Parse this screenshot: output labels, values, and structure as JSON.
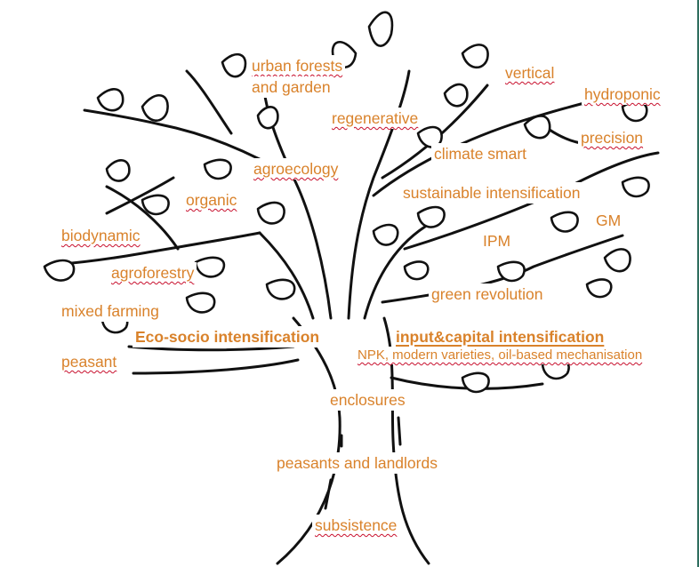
{
  "accent_color": "#d9822b",
  "spellcheck_color": "#c8102e",
  "labels": {
    "urban_forests": "urban forests",
    "and_garden": "and garden",
    "vertical": "vertical",
    "hydroponic": "hydroponic",
    "regenerative": "regenerative",
    "precision": "precision",
    "climate_smart": "climate smart",
    "agroecology": "agroecology",
    "organic": "organic",
    "sustainable_intensification": "sustainable intensification",
    "gm": "GM",
    "biodynamic": "biodynamic",
    "ipm": "IPM",
    "agroforestry": "agroforestry",
    "green_revolution": "green revolution",
    "mixed_farming": "mixed farming",
    "eco_socio": "Eco-socio intensification",
    "input_capital": "input&capital intensification",
    "peasant": "peasant",
    "npk": "NPK, modern varieties, oil-based mechanisation",
    "enclosures": "enclosures",
    "peasants_landlords": "peasants and landlords",
    "subsistence": "subsistence"
  }
}
